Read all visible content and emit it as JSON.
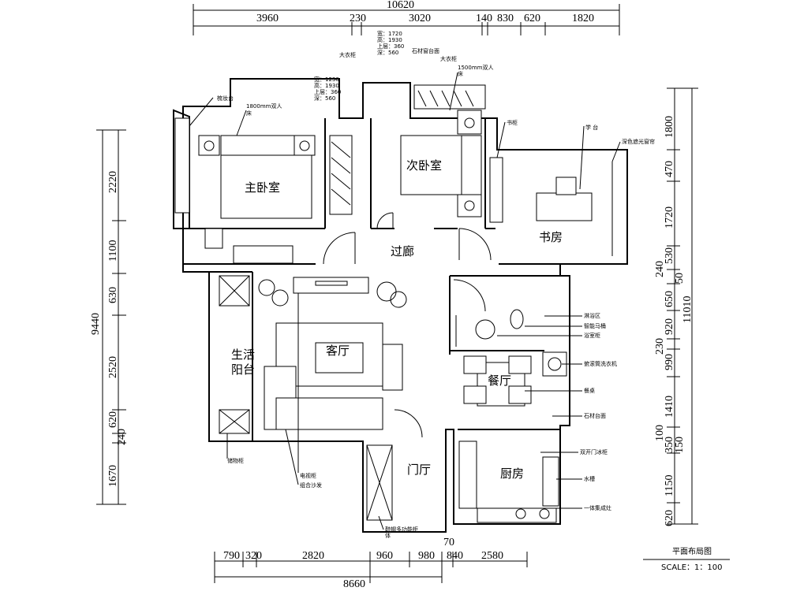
{
  "top_dims": {
    "total": "10620",
    "segments": [
      "3960",
      "230",
      "3020",
      "140",
      "830",
      "620",
      "1820"
    ]
  },
  "bottom_dims": {
    "total": "8660",
    "segments": [
      "790",
      "320",
      "2820",
      "960",
      "980",
      "70",
      "840",
      "2580"
    ]
  },
  "left_dims": {
    "total": "9440",
    "segments": [
      "2220",
      "1100",
      "630",
      "2520",
      "620",
      "240",
      "1670"
    ]
  },
  "right_dims": {
    "total": "11010",
    "segments": [
      "1800",
      "470",
      "1720",
      "530",
      "240",
      "50",
      "650",
      "920",
      "230",
      "990",
      "1410",
      "100",
      "350",
      "150",
      "1150",
      "620"
    ]
  },
  "rooms": {
    "master_bedroom": "主卧室",
    "second_bedroom": "次卧室",
    "study": "书房",
    "corridor": "过廊",
    "living_room": "客厅",
    "balcony_line1": "生活",
    "balcony_line2": "阳台",
    "dining": "餐厅",
    "foyer": "门厅",
    "kitchen": "厨房"
  },
  "annotations": {
    "dresser": "梳妆台",
    "bed_1800": "1800mm双人",
    "bed_1800_b": "床",
    "wardrobe_1": "大衣柜",
    "wardrobe_1_spec": [
      "宽：1230",
      "高：1930",
      "上层：360",
      "深：560"
    ],
    "wardrobe_2_spec": [
      "宽：1720",
      "高：1930",
      "上层：360",
      "深：560"
    ],
    "stone_sill": "石材窗台面",
    "wardrobe_2": "大衣柜",
    "bed_1500": "1500mm双人",
    "bed_1500_b": "床",
    "bookcase": "书柜",
    "desk": "学 台",
    "curtain": "深色遮光窗帘",
    "shower": "淋浴区",
    "toilet": "智能马桶",
    "vanity": "浴室柜",
    "washer": "俯滚筒洗衣机",
    "dining_table": "餐桌",
    "stone_counter": "石材台面",
    "cabinet_door": "双开门冰柜",
    "sink": "水槽",
    "stove": "一体集成灶",
    "storage": "储物柜",
    "tv_cabinet": "电视柜",
    "sofa": "组合沙发",
    "shoe_cabinet_1": "鞋帽多功能柜",
    "shoe_cabinet_2": "体"
  },
  "title_block": {
    "title": "平面布局图",
    "scale": "SCALE：1：100"
  }
}
